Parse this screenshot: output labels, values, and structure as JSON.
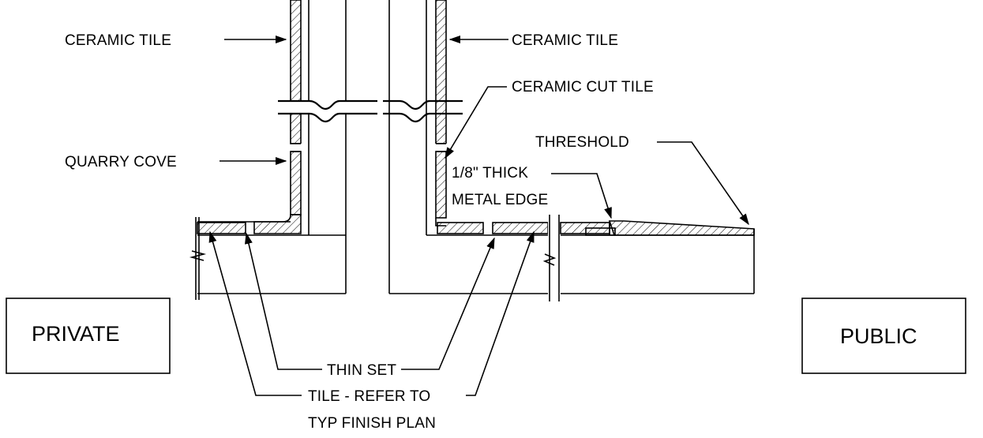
{
  "labels": {
    "ceramic_tile_left": "CERAMIC TILE",
    "ceramic_tile_right": "CERAMIC TILE",
    "ceramic_cut_tile": "CERAMIC CUT TILE",
    "quarry_cove": "QUARRY COVE",
    "threshold": "THRESHOLD",
    "metal_edge_line1": "1/8\" THICK",
    "metal_edge_line2": "METAL EDGE",
    "thin_set": "THIN SET",
    "tile_refer_line1": "TILE - REFER TO",
    "tile_refer_line2": "TYP FINISH PLAN"
  },
  "boxes": {
    "private": "PRIVATE",
    "public": "PUBLIC"
  }
}
